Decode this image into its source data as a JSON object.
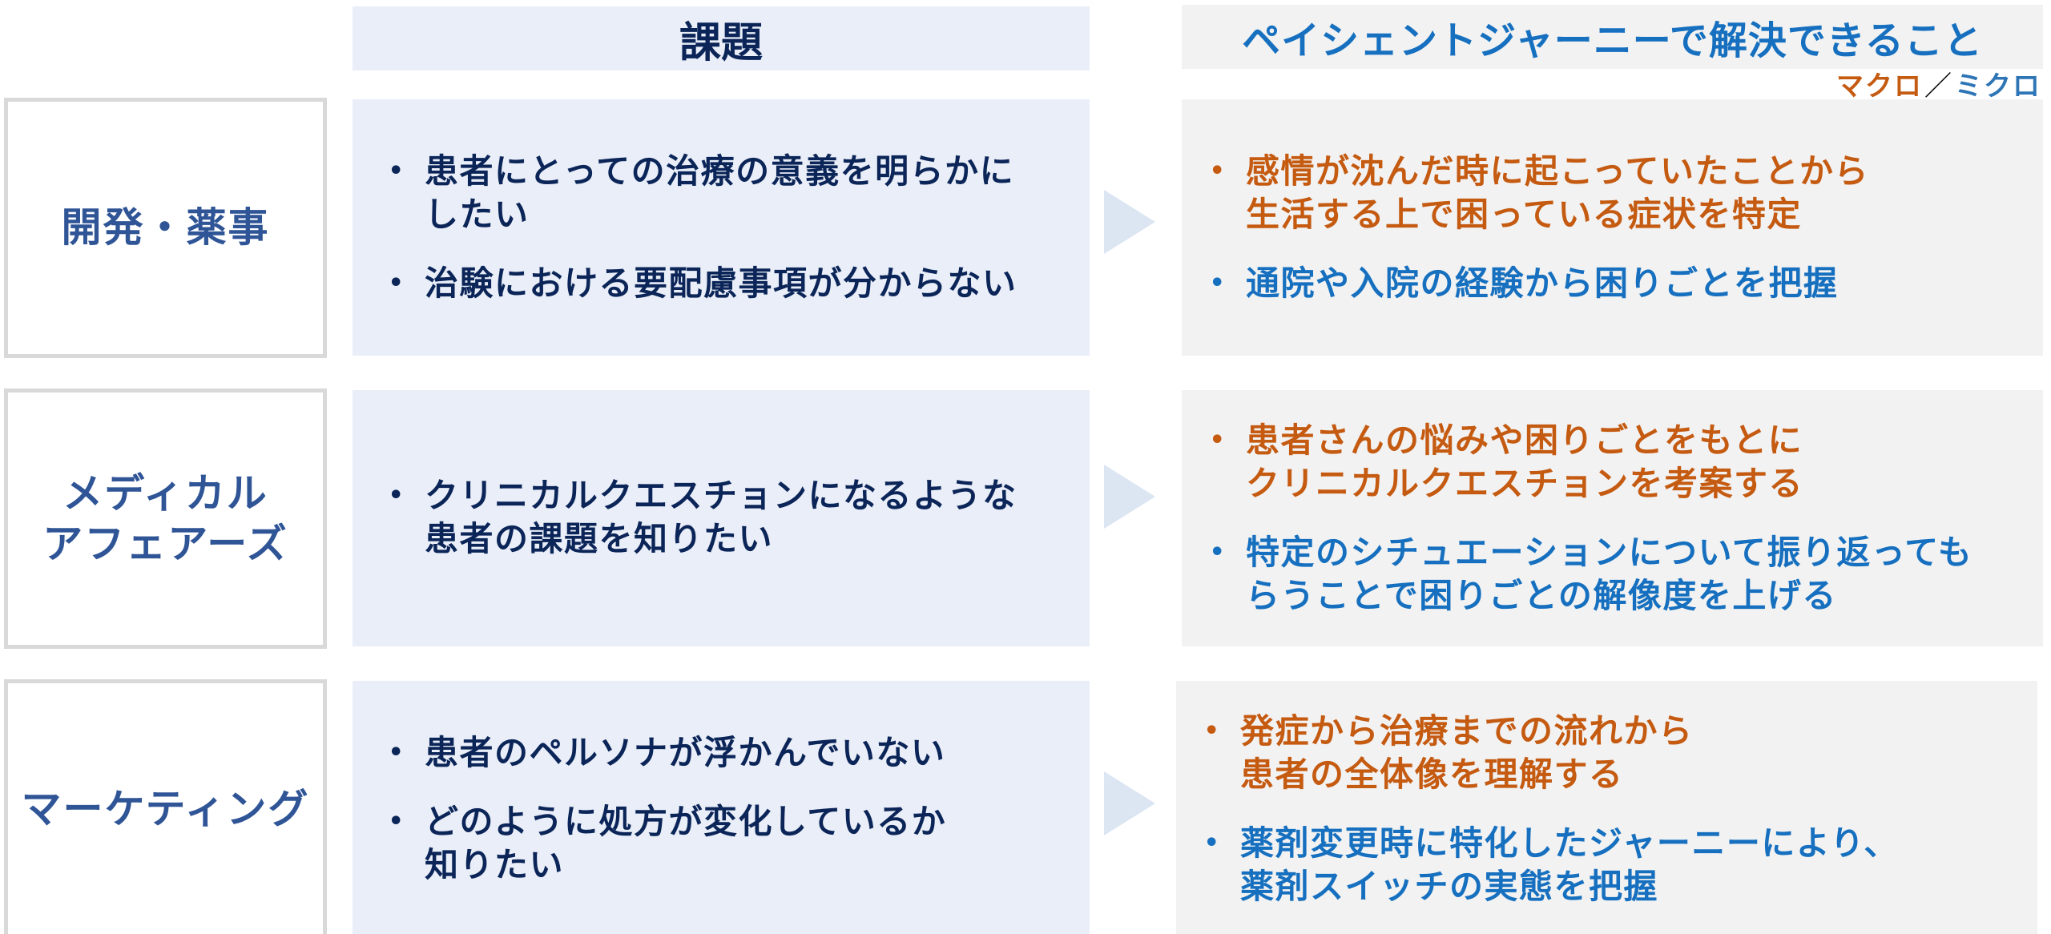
{
  "headers": {
    "challenge": "課題",
    "solution": "ペイシェントジャーニーで解決できること"
  },
  "legend": {
    "macro": "マクロ",
    "separator": "／",
    "micro": "ミクロ"
  },
  "colors": {
    "macro": "#c55a11",
    "micro": "#1670bf",
    "challenge_bg": "#e9eef8",
    "solution_bg": "#f2f2f2",
    "label_text": "#2f5597",
    "challenge_text": "#0b2558",
    "chevron": "#dce6f2",
    "label_border": "#d9d9d9"
  },
  "rows": [
    {
      "label": "開発・薬事",
      "challenges": [
        "患者にとっての治療の意義を明らかに\nしたい",
        "治験における要配慮事項が分からない"
      ],
      "solutions": [
        {
          "type": "macro",
          "bullet": "•",
          "text": "感情が沈んだ時に起こっていたことから\n生活する上で困っている症状を特定"
        },
        {
          "type": "micro",
          "bullet": "•",
          "text": "通院や入院の経験から困りごとを把握"
        }
      ]
    },
    {
      "label": "メディカル\nアフェアーズ",
      "challenges": [
        "クリニカルクエスチョンになるような\n患者の課題を知りたい"
      ],
      "solutions": [
        {
          "type": "macro",
          "bullet": "•",
          "text": "患者さんの悩みや困りごとをもとに\nクリニカルクエスチョンを考案する"
        },
        {
          "type": "micro",
          "bullet": "•",
          "text": "特定のシチュエーションについて振り返っても\nらうことで困りごとの解像度を上げる"
        }
      ]
    },
    {
      "label": "マーケティング",
      "challenges": [
        "患者のペルソナが浮かんでいない",
        "どのように処方が変化しているか\n知りたい"
      ],
      "solutions": [
        {
          "type": "macro",
          "bullet": "•",
          "text": "発症から治療までの流れから\n患者の全体像を理解する"
        },
        {
          "type": "micro",
          "bullet": "•",
          "text": "薬剤変更時に特化したジャーニーにより、\n薬剤スイッチの実態を把握"
        }
      ]
    }
  ],
  "bullet_glyph": "•"
}
